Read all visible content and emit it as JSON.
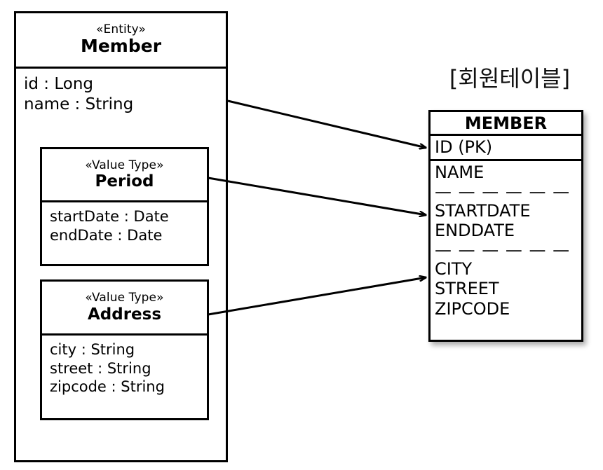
{
  "diagram": {
    "title": "Member entity to MEMBER table mapping",
    "stroke_color": "#000000",
    "background_color": "#ffffff"
  },
  "entity": {
    "stereotype": "«Entity»",
    "name": "Member",
    "attributes": [
      "id : Long",
      "name : String"
    ]
  },
  "value_types": [
    {
      "stereotype": "«Value Type»",
      "name": "Period",
      "attributes": [
        "startDate : Date",
        "endDate : Date"
      ]
    },
    {
      "stereotype": "«Value Type»",
      "name": "Address",
      "attributes": [
        "city : String",
        "street : String",
        "zipcode : String"
      ]
    }
  ],
  "table": {
    "caption": "[회원테이블]",
    "name": "MEMBER",
    "primary_key_row": "ID (PK)",
    "groups": [
      {
        "separator_before": false,
        "separator": "",
        "columns": [
          "NAME"
        ]
      },
      {
        "separator_before": true,
        "separator": "— — — — — —",
        "columns": [
          "STARTDATE",
          "ENDDATE"
        ]
      },
      {
        "separator_before": true,
        "separator": "— — — — — —",
        "columns": [
          "CITY",
          "STREET",
          "ZIPCODE"
        ]
      }
    ]
  },
  "mappings": [
    {
      "from": "Member",
      "to": "ID (PK)",
      "label": ""
    },
    {
      "from": "Period",
      "to": "STARTDATE",
      "label": ""
    },
    {
      "from": "Address",
      "to": "CITY",
      "label": ""
    }
  ]
}
